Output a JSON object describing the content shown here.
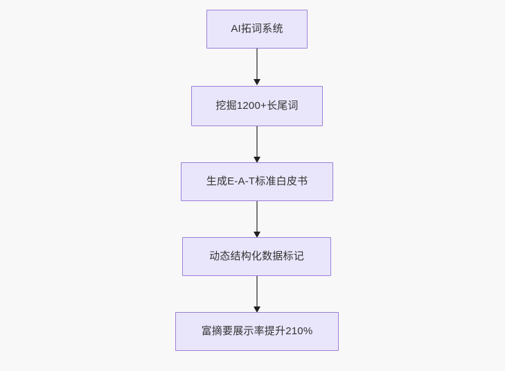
{
  "diagram": {
    "type": "flowchart",
    "direction": "top-to-bottom",
    "background_color": "#f8f8f8",
    "node_fill_color": "#e9e6fb",
    "node_border_color": "#9a7fd6",
    "node_text_color": "#333333",
    "edge_line_color": "#787878",
    "edge_arrow_color": "#1f1f1f",
    "nodes": [
      {
        "id": "n1",
        "label": "AI拓词系统"
      },
      {
        "id": "n2",
        "label": "挖掘1200+长尾词"
      },
      {
        "id": "n3",
        "label": "生成E-A-T标准白皮书"
      },
      {
        "id": "n4",
        "label": "动态结构化数据标记"
      },
      {
        "id": "n5",
        "label": "富摘要展示率提升210%"
      }
    ],
    "edges": [
      {
        "id": "e1",
        "from": "n1",
        "to": "n2",
        "label": ""
      },
      {
        "id": "e2",
        "from": "n2",
        "to": "n3",
        "label": ""
      },
      {
        "id": "e3",
        "from": "n3",
        "to": "n4",
        "label": ""
      },
      {
        "id": "e4",
        "from": "n4",
        "to": "n5",
        "label": ""
      }
    ]
  }
}
